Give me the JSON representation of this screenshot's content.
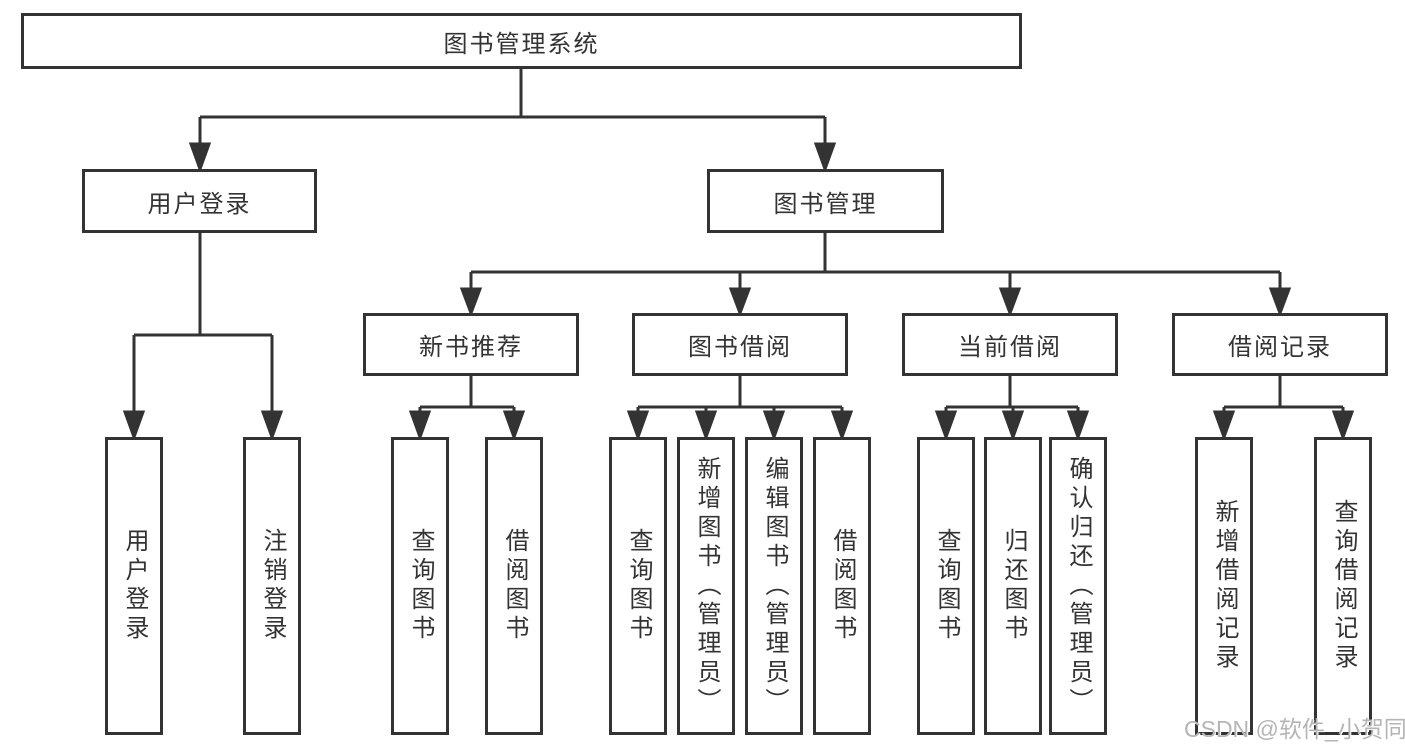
{
  "diagram": {
    "root": {
      "label": "图书管理系统"
    },
    "branches": [
      {
        "label": "用户登录",
        "children": [
          {
            "label": "用户登录"
          },
          {
            "label": "注销登录"
          }
        ]
      },
      {
        "label": "图书管理",
        "groups": [
          {
            "label": "新书推荐",
            "children": [
              "查询图书",
              "借阅图书"
            ]
          },
          {
            "label": "图书借阅",
            "children": [
              "查询图书",
              "新增图书（管理员）",
              "编辑图书（管理员）",
              "借阅图书"
            ]
          },
          {
            "label": "当前借阅",
            "children": [
              "查询图书",
              "归还图书",
              "确认归还（管理员）"
            ]
          },
          {
            "label": "借阅记录",
            "children": [
              "新增借阅记录",
              "查询借阅记录"
            ]
          }
        ]
      }
    ]
  },
  "watermark": {
    "text": "CSDN @软件_小贺同学"
  },
  "colors": {
    "line": "#333333",
    "text": "#333333",
    "watermark": "#b5b5b5",
    "background": "#ffffff"
  }
}
